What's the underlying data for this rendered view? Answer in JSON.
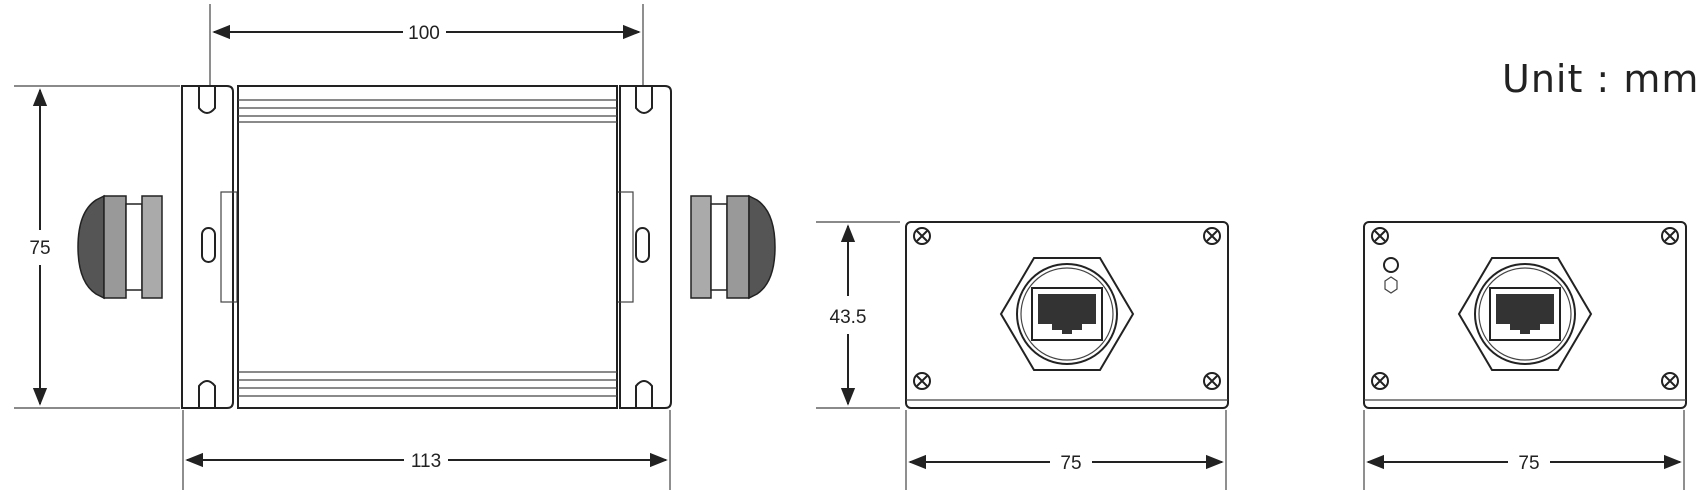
{
  "unit_label": "Unit : mm",
  "side_view": {
    "width_top": "100",
    "width_bottom": "113",
    "height_left": "75"
  },
  "front_view": {
    "height": "43.5",
    "width": "75"
  },
  "rear_view": {
    "width": "75"
  },
  "colors": {
    "line": "#222222",
    "gland_dark": "#555555",
    "gland_mid": "#999999",
    "rj45_fill": "#333333"
  }
}
